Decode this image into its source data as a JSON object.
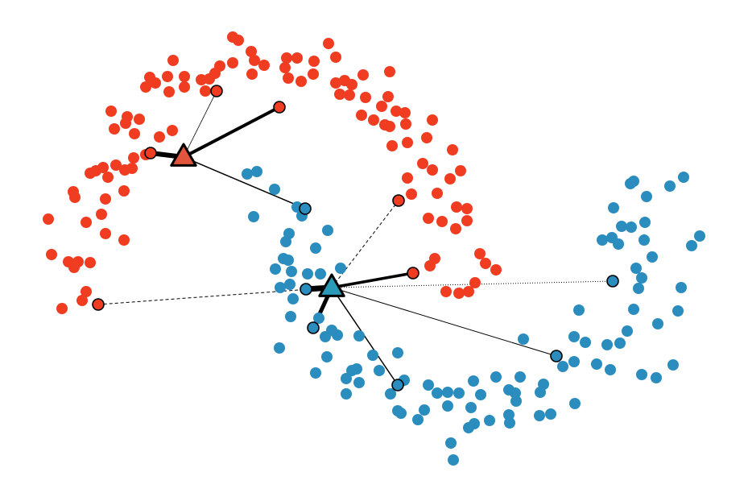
{
  "chart_data": {
    "type": "scatter",
    "title": "",
    "xlabel": "",
    "ylabel": "",
    "xlim": [
      0,
      9.29
    ],
    "ylim": [
      0,
      6.17
    ],
    "grid": false,
    "axes_visible": false,
    "colors": {
      "red": "#f03d22",
      "blue": "#2b8cbe",
      "red_centroid": "#e0553c",
      "blue_centroid": "#2b9ab8",
      "edge": "#000000"
    },
    "series": [
      {
        "name": "red",
        "points": [
          [
            2.89,
            5.71
          ],
          [
            2.96,
            5.67
          ],
          [
            3.12,
            5.53
          ],
          [
            4.08,
            5.63
          ],
          [
            2.15,
            5.42
          ],
          [
            3.16,
            5.42
          ],
          [
            3.56,
            5.45
          ],
          [
            3.69,
            5.45
          ],
          [
            3.9,
            5.41
          ],
          [
            4.17,
            5.46
          ],
          [
            1.86,
            5.21
          ],
          [
            1.93,
            5.14
          ],
          [
            2.08,
            5.22
          ],
          [
            2.29,
            5.22
          ],
          [
            2.5,
            5.18
          ],
          [
            2.6,
            5.19
          ],
          [
            2.67,
            5.26
          ],
          [
            2.73,
            5.35
          ],
          [
            2.89,
            5.39
          ],
          [
            3.28,
            5.36
          ],
          [
            3.13,
            5.25
          ],
          [
            3.54,
            5.33
          ],
          [
            1.81,
            5.09
          ],
          [
            2.1,
            5.03
          ],
          [
            2.29,
            5.09
          ],
          [
            2.55,
            5.04
          ],
          [
            3.74,
            5.16
          ],
          [
            3.58,
            5.2
          ],
          [
            3.89,
            5.25
          ],
          [
            4.17,
            5.14
          ],
          [
            4.28,
            5.17
          ],
          [
            4.37,
            5.12
          ],
          [
            4.22,
            5.0
          ],
          [
            4.34,
            4.99
          ],
          [
            4.51,
            5.24
          ],
          [
            4.84,
            5.28
          ],
          [
            4.54,
            4.96
          ],
          [
            4.82,
            4.97
          ],
          [
            1.38,
            4.79
          ],
          [
            1.58,
            4.72
          ],
          [
            1.73,
            4.69
          ],
          [
            1.42,
            4.57
          ],
          [
            1.56,
            4.64
          ],
          [
            1.67,
            4.51
          ],
          [
            2.14,
            4.55
          ],
          [
            1.98,
            4.47
          ],
          [
            4.49,
            4.74
          ],
          [
            4.74,
            4.85
          ],
          [
            4.64,
            4.68
          ],
          [
            4.78,
            4.62
          ],
          [
            4.92,
            4.79
          ],
          [
            5.03,
            4.77
          ],
          [
            4.84,
            4.6
          ],
          [
            5.04,
            4.63
          ],
          [
            5.37,
            4.68
          ],
          [
            1.81,
            4.25
          ],
          [
            1.66,
            4.21
          ],
          [
            1.44,
            4.12
          ],
          [
            1.28,
            4.09
          ],
          [
            1.12,
            4.02
          ],
          [
            1.19,
            4.05
          ],
          [
            1.34,
            3.97
          ],
          [
            1.55,
            4.06
          ],
          [
            1.64,
            4.08
          ],
          [
            4.87,
            4.36
          ],
          [
            5.06,
            4.4
          ],
          [
            5.3,
            4.46
          ],
          [
            5.62,
            4.31
          ],
          [
            5.25,
            4.14
          ],
          [
            5.37,
            4.06
          ],
          [
            5.72,
            4.05
          ],
          [
            5.59,
            3.95
          ],
          [
            0.91,
            3.79
          ],
          [
            0.93,
            3.72
          ],
          [
            1.54,
            3.8
          ],
          [
            1.31,
            3.7
          ],
          [
            5.11,
            3.76
          ],
          [
            5.43,
            3.77
          ],
          [
            5.06,
            3.96
          ],
          [
            5.8,
            3.58
          ],
          [
            5.67,
            3.6
          ],
          [
            0.6,
            3.45
          ],
          [
            1.07,
            3.41
          ],
          [
            1.26,
            3.51
          ],
          [
            1.31,
            3.27
          ],
          [
            1.54,
            3.19
          ],
          [
            5.32,
            3.46
          ],
          [
            5.49,
            3.42
          ],
          [
            5.66,
            3.33
          ],
          [
            5.8,
            3.43
          ],
          [
            0.64,
            3.01
          ],
          [
            0.85,
            2.92
          ],
          [
            0.97,
            2.92
          ],
          [
            0.92,
            2.85
          ],
          [
            1.12,
            2.91
          ],
          [
            5.4,
            2.96
          ],
          [
            5.34,
            2.87
          ],
          [
            5.96,
            3.02
          ],
          [
            6.03,
            2.9
          ],
          [
            6.16,
            2.82
          ],
          [
            1.07,
            2.55
          ],
          [
            1.02,
            2.44
          ],
          [
            0.77,
            2.34
          ],
          [
            5.54,
            2.55
          ],
          [
            5.7,
            2.53
          ],
          [
            5.82,
            2.55
          ],
          [
            5.9,
            2.66
          ]
        ],
        "highlighted": [
          [
            2.69,
            5.04
          ],
          [
            3.47,
            4.84
          ],
          [
            1.87,
            4.27
          ],
          [
            4.95,
            3.68
          ],
          [
            5.13,
            2.78
          ],
          [
            1.22,
            2.39
          ]
        ],
        "centroid": [
          2.28,
          4.22
        ]
      },
      {
        "name": "blue",
        "points": [
          [
            3.07,
            4.01
          ],
          [
            3.19,
            4.04
          ],
          [
            3.41,
            3.82
          ],
          [
            3.15,
            3.48
          ],
          [
            3.69,
            3.6
          ],
          [
            3.75,
            3.49
          ],
          [
            3.59,
            3.27
          ],
          [
            3.55,
            3.17
          ],
          [
            4.07,
            3.31
          ],
          [
            3.92,
            3.09
          ],
          [
            3.52,
            2.96
          ],
          [
            3.58,
            2.94
          ],
          [
            3.42,
            2.83
          ],
          [
            3.62,
            2.8
          ],
          [
            3.82,
            2.77
          ],
          [
            3.98,
            2.77
          ],
          [
            4.23,
            2.84
          ],
          [
            3.6,
            2.64
          ],
          [
            3.48,
            2.6
          ],
          [
            3.64,
            2.46
          ],
          [
            3.61,
            2.24
          ],
          [
            3.47,
            1.85
          ],
          [
            3.96,
            2.22
          ],
          [
            4.04,
            1.99
          ],
          [
            4.12,
            2.07
          ],
          [
            4.19,
            2.01
          ],
          [
            4.46,
            2.0
          ],
          [
            4.06,
            1.74
          ],
          [
            3.92,
            1.54
          ],
          [
            4.37,
            1.57
          ],
          [
            4.43,
            1.59
          ],
          [
            4.3,
            1.47
          ],
          [
            4.46,
            1.42
          ],
          [
            4.63,
            1.76
          ],
          [
            4.71,
            1.57
          ],
          [
            4.94,
            1.79
          ],
          [
            5.02,
            1.45
          ],
          [
            4.85,
            1.28
          ],
          [
            4.3,
            1.28
          ],
          [
            4.94,
            1.07
          ],
          [
            4.98,
            1.04
          ],
          [
            5.19,
            0.96
          ],
          [
            5.32,
            1.39
          ],
          [
            5.43,
            1.29
          ],
          [
            5.56,
            1.3
          ],
          [
            5.7,
            1.29
          ],
          [
            5.56,
            1.13
          ],
          [
            5.88,
            1.44
          ],
          [
            5.97,
            1.27
          ],
          [
            6.16,
            1.49
          ],
          [
            6.32,
            1.33
          ],
          [
            6.4,
            1.29
          ],
          [
            6.41,
            1.19
          ],
          [
            6.46,
            1.49
          ],
          [
            6.75,
            1.4
          ],
          [
            6.71,
            1.3
          ],
          [
            6.32,
            1.02
          ],
          [
            6.33,
            0.92
          ],
          [
            6.08,
            0.95
          ],
          [
            5.89,
            0.91
          ],
          [
            5.82,
            0.86
          ],
          [
            5.85,
            1.11
          ],
          [
            5.6,
            0.67
          ],
          [
            5.63,
            0.46
          ],
          [
            5.27,
            1.08
          ],
          [
            6.7,
            1.01
          ],
          [
            6.84,
            1.03
          ],
          [
            7.14,
            1.16
          ],
          [
            6.5,
            1.96
          ],
          [
            7.19,
            2.32
          ],
          [
            7.13,
            1.99
          ],
          [
            6.99,
            1.62
          ],
          [
            7.13,
            1.68
          ],
          [
            7.27,
            1.92
          ],
          [
            7.41,
            1.65
          ],
          [
            7.54,
            1.89
          ],
          [
            7.58,
            1.58
          ],
          [
            7.7,
            1.91
          ],
          [
            7.79,
            2.06
          ],
          [
            7.87,
            2.33
          ],
          [
            7.93,
            2.59
          ],
          [
            7.97,
            2.72
          ],
          [
            7.9,
            2.84
          ],
          [
            8.17,
            2.15
          ],
          [
            8.42,
            2.31
          ],
          [
            8.46,
            2.6
          ],
          [
            8.36,
            1.64
          ],
          [
            8.15,
            1.48
          ],
          [
            7.97,
            1.52
          ],
          [
            8.1,
            2.98
          ],
          [
            7.48,
            3.19
          ],
          [
            7.6,
            3.22
          ],
          [
            7.68,
            3.14
          ],
          [
            7.72,
            3.36
          ],
          [
            8.0,
            3.19
          ],
          [
            8.01,
            3.41
          ],
          [
            7.84,
            3.35
          ],
          [
            7.83,
            3.89
          ],
          [
            7.87,
            3.92
          ],
          [
            8.03,
            3.73
          ],
          [
            8.32,
            3.86
          ],
          [
            8.49,
            3.97
          ],
          [
            7.62,
            3.59
          ],
          [
            8.59,
            3.12
          ],
          [
            8.69,
            3.24
          ]
        ],
        "highlighted": [
          [
            3.79,
            3.58
          ],
          [
            3.8,
            2.58
          ],
          [
            3.89,
            2.1
          ],
          [
            4.94,
            1.39
          ],
          [
            6.91,
            1.75
          ],
          [
            7.61,
            2.68
          ]
        ],
        "centroid": [
          4.12,
          2.6
        ]
      }
    ],
    "links": [
      {
        "centroid": "red",
        "to_series": "red",
        "to_index": 2,
        "weight": 6,
        "style": "solid"
      },
      {
        "centroid": "red",
        "to_series": "red",
        "to_index": 1,
        "weight": 4,
        "style": "solid"
      },
      {
        "centroid": "red",
        "to_series": "red",
        "to_index": 0,
        "weight": 0.8,
        "style": "solid"
      },
      {
        "centroid": "red",
        "to_series": "blue",
        "to_index": 0,
        "weight": 1.5,
        "style": "solid"
      },
      {
        "centroid": "blue",
        "to_series": "blue",
        "to_index": 1,
        "weight": 7,
        "style": "solid"
      },
      {
        "centroid": "blue",
        "to_series": "blue",
        "to_index": 2,
        "weight": 5,
        "style": "solid"
      },
      {
        "centroid": "blue",
        "to_series": "red",
        "to_index": 4,
        "weight": 3.5,
        "style": "solid"
      },
      {
        "centroid": "blue",
        "to_series": "blue",
        "to_index": 3,
        "weight": 1.5,
        "style": "solid"
      },
      {
        "centroid": "blue",
        "to_series": "blue",
        "to_index": 4,
        "weight": 1,
        "style": "solid"
      },
      {
        "centroid": "blue",
        "to_series": "red",
        "to_index": 3,
        "weight": 1,
        "style": "dashed"
      },
      {
        "centroid": "blue",
        "to_series": "red",
        "to_index": 5,
        "weight": 1,
        "style": "dashed"
      },
      {
        "centroid": "blue",
        "to_series": "blue",
        "to_index": 5,
        "weight": 1,
        "style": "dotted"
      }
    ]
  }
}
